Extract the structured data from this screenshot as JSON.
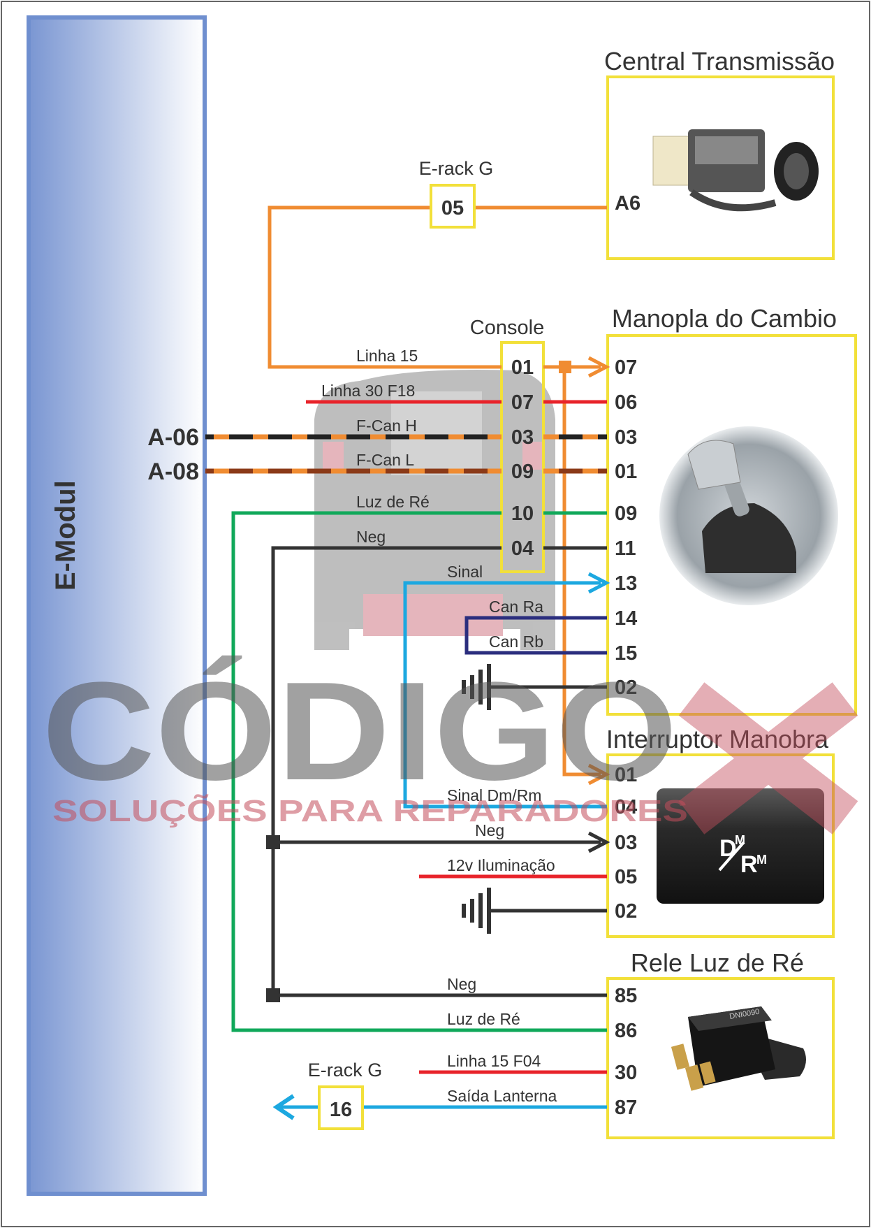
{
  "module": {
    "label": "E-Modul",
    "pins": [
      "A-06",
      "A-08"
    ]
  },
  "central_transmissao": {
    "title": "Central Transmissão",
    "pin": "A6"
  },
  "erack_top": {
    "label": "E-rack G",
    "number": "05"
  },
  "console": {
    "title": "Console",
    "pins": [
      "01",
      "07",
      "03",
      "09",
      "10",
      "04"
    ]
  },
  "manopla": {
    "title": "Manopla do Cambio",
    "pins": [
      "07",
      "06",
      "03",
      "01",
      "09",
      "11",
      "13",
      "14",
      "15",
      "02"
    ]
  },
  "interruptor": {
    "title": "Interruptor Manobra",
    "pins": [
      "01",
      "04",
      "03",
      "05",
      "02"
    ],
    "symbol_d": "D",
    "symbol_m1": "M",
    "symbol_r": "R",
    "symbol_m2": "M"
  },
  "rele": {
    "title": "Rele Luz de Ré",
    "pins": [
      "85",
      "86",
      "30",
      "87"
    ],
    "brand": "DNI0090"
  },
  "erack_bottom": {
    "label": "E-rack G",
    "number": "16"
  },
  "wires": {
    "linha15": "Linha 15",
    "linha30": "Linha 30 F18",
    "fcanh": "F-Can H",
    "fcanl": "F-Can L",
    "luzre": "Luz de Ré",
    "neg": "Neg",
    "sinal": "Sinal",
    "canra": "Can Ra",
    "canrb": "Can Rb",
    "sinaldm": "Sinal Dm/Rm",
    "neg2": "Neg",
    "ilum": "12v Iluminação",
    "neg3": "Neg",
    "luzre2": "Luz de Ré",
    "linha15f04": "Linha 15 F04",
    "saida": "Saída Lanterna"
  },
  "watermark": {
    "brand": "CÓDIGO",
    "tagline": "SOLUÇÕES PARA REPARADORES"
  },
  "colors": {
    "orange": "#f08c32",
    "red": "#e8232a",
    "green": "#10a85a",
    "blue": "#1ca8e0",
    "navy": "#2b2e7e",
    "dark": "#333333",
    "brown": "#8b3a18",
    "yellow_box": "#f2e03a",
    "module_blue": "#6f8fcf"
  }
}
